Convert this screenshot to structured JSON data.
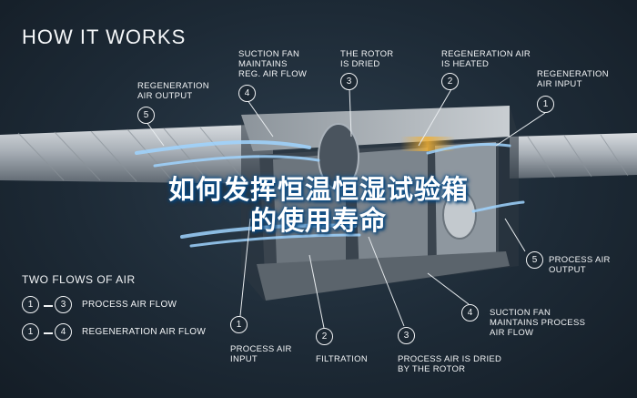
{
  "title": "HOW IT WORKS",
  "overlay_title": [
    "如何发挥恒温恒湿试验箱",
    "的使用寿命"
  ],
  "top_labels": [
    {
      "num": "5",
      "text": "REGENERATION\nAIR OUTPUT"
    },
    {
      "num": "4",
      "text": "SUCTION FAN\nMAINTAINS\nREG. AIR FLOW"
    },
    {
      "num": "3",
      "text": "THE ROTOR\nIS DRIED"
    },
    {
      "num": "2",
      "text": "REGENERATION AIR\nIS HEATED"
    },
    {
      "num": "1",
      "text": "REGENERATION\nAIR INPUT"
    }
  ],
  "right_labels": [
    {
      "num": "5",
      "text": "PROCESS AIR\nOUTPUT"
    },
    {
      "num": "4",
      "text": "SUCTION FAN\nMAINTAINS PROCESS\nAIR FLOW"
    }
  ],
  "bottom_labels": [
    {
      "num": "1",
      "text": "PROCESS AIR\nINPUT"
    },
    {
      "num": "2",
      "text": "FILTRATION"
    },
    {
      "num": "3",
      "text": "PROCESS AIR IS DRIED\nBY THE ROTOR"
    }
  ],
  "legend": {
    "title": "TWO FLOWS OF AIR",
    "rows": [
      {
        "from": "1",
        "to": "3",
        "label": "PROCESS AIR FLOW"
      },
      {
        "from": "1",
        "to": "4",
        "label": "REGENERATION AIR FLOW"
      }
    ]
  },
  "colors": {
    "background": "#1d2a36",
    "overlay_glow": "#0a4f8c",
    "airflow": "#9fd4ff",
    "heat": "#f2b134"
  }
}
